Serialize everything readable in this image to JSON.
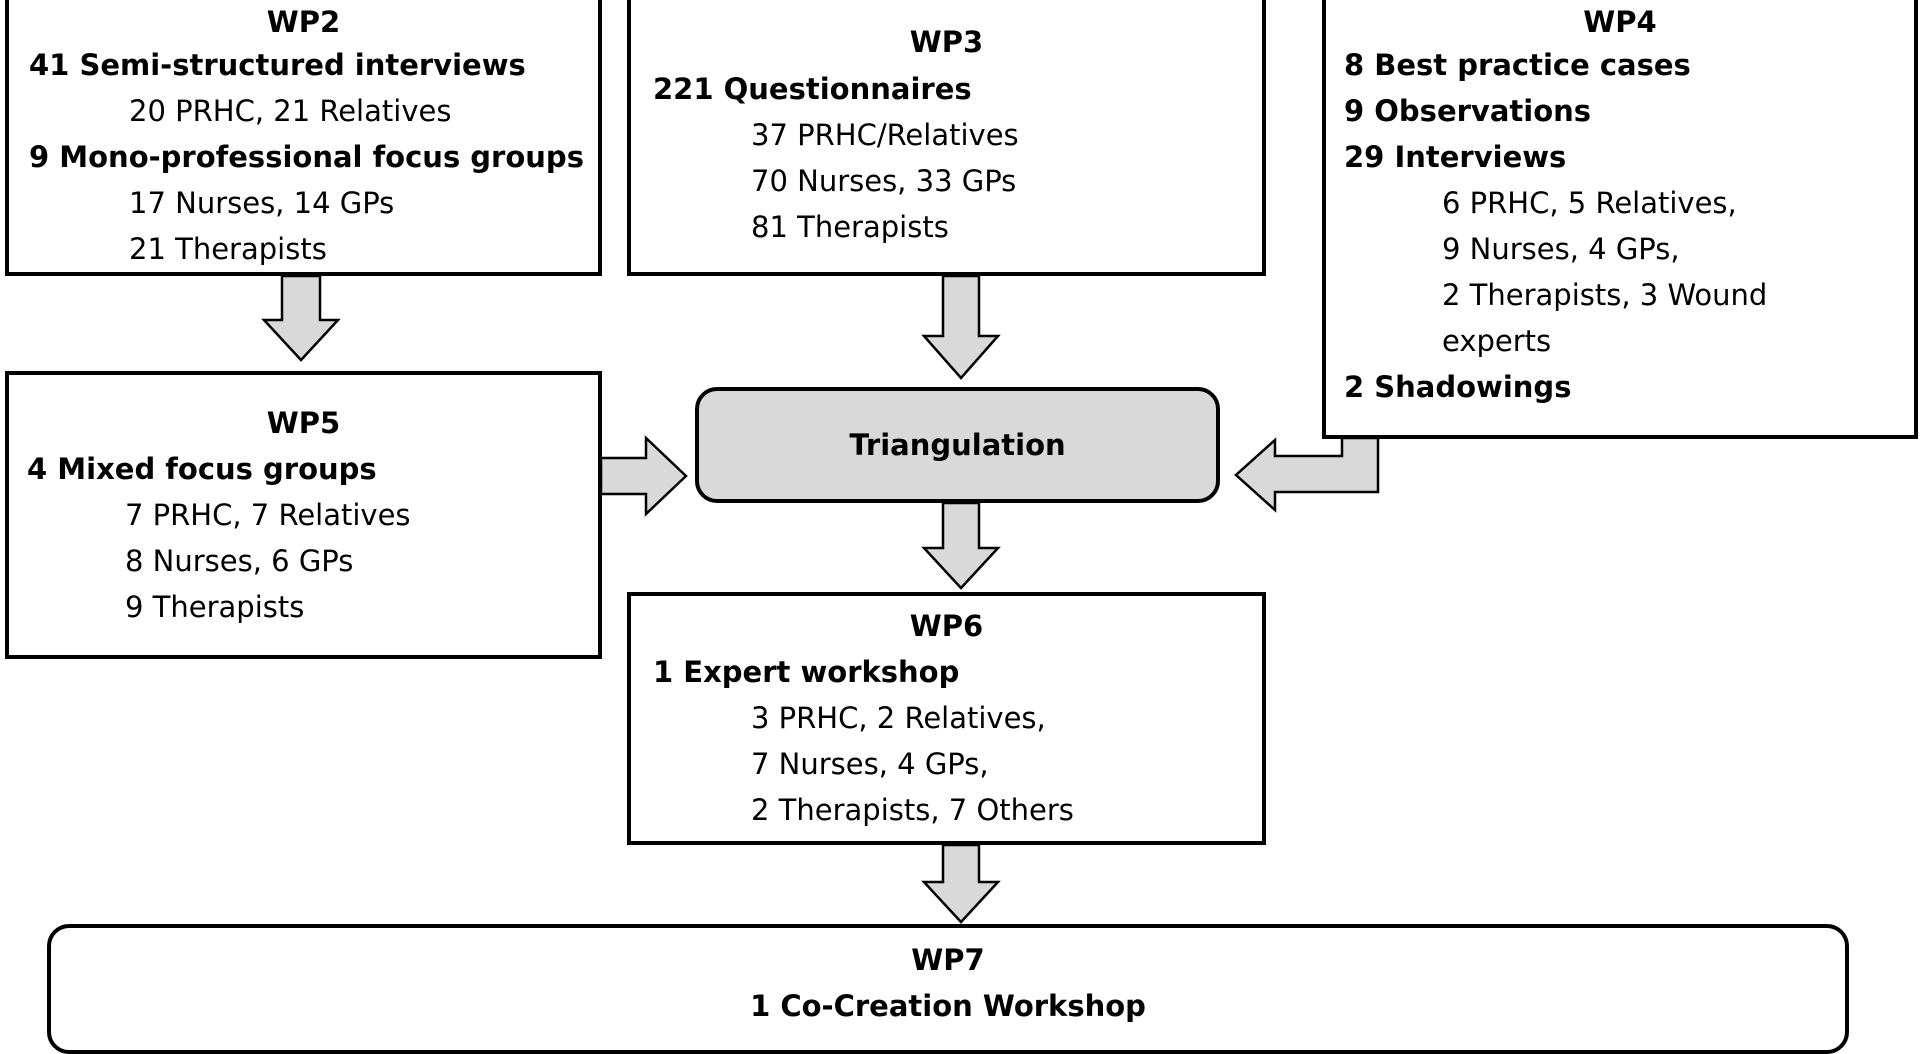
{
  "wp2": {
    "title": "WP2",
    "lines": [
      {
        "text": "41 Semi-structured interviews",
        "bold": true
      },
      {
        "text": "20 PRHC, 21 Relatives",
        "bold": false
      },
      {
        "text": "9 Mono-professional focus groups",
        "bold": true
      },
      {
        "text": "17 Nurses, 14 GPs",
        "bold": false
      },
      {
        "text": "21 Therapists",
        "bold": false
      }
    ]
  },
  "wp3": {
    "title": "WP3",
    "lines": [
      {
        "text": "221 Questionnaires",
        "bold": true
      },
      {
        "text": "37 PRHC/Relatives",
        "bold": false
      },
      {
        "text": "70 Nurses, 33 GPs",
        "bold": false
      },
      {
        "text": "81 Therapists",
        "bold": false
      }
    ]
  },
  "wp4": {
    "title": "WP4",
    "lines": [
      {
        "text": "8 Best practice cases",
        "bold": true
      },
      {
        "text": "9 Observations",
        "bold": true
      },
      {
        "text": "29 Interviews",
        "bold": true
      },
      {
        "text": "6 PRHC, 5 Relatives,",
        "bold": false
      },
      {
        "text": "9 Nurses, 4 GPs,",
        "bold": false
      },
      {
        "text": "2 Therapists, 3 Wound",
        "bold": false
      },
      {
        "text": "experts",
        "bold": false
      },
      {
        "text": "2 Shadowings",
        "bold": true
      }
    ]
  },
  "wp5": {
    "title": "WP5",
    "lines": [
      {
        "text": "4 Mixed focus groups",
        "bold": true
      },
      {
        "text": "7 PRHC, 7 Relatives",
        "bold": false
      },
      {
        "text": "8 Nurses, 6 GPs",
        "bold": false
      },
      {
        "text": "9 Therapists",
        "bold": false
      }
    ]
  },
  "triangulation": {
    "label": "Triangulation"
  },
  "wp6": {
    "title": "WP6",
    "lines": [
      {
        "text": "1 Expert workshop",
        "bold": true
      },
      {
        "text": "3 PRHC, 2 Relatives,",
        "bold": false
      },
      {
        "text": "7 Nurses, 4 GPs,",
        "bold": false
      },
      {
        "text": "2 Therapists, 7 Others",
        "bold": false
      }
    ]
  },
  "wp7": {
    "title": "WP7",
    "lines": [
      {
        "text": "1 Co-Creation Workshop",
        "bold": true
      }
    ]
  },
  "colors": {
    "arrow_fill": "#d9d9d9",
    "triangulation_fill": "#d9d9d9",
    "stroke": "#000000"
  }
}
